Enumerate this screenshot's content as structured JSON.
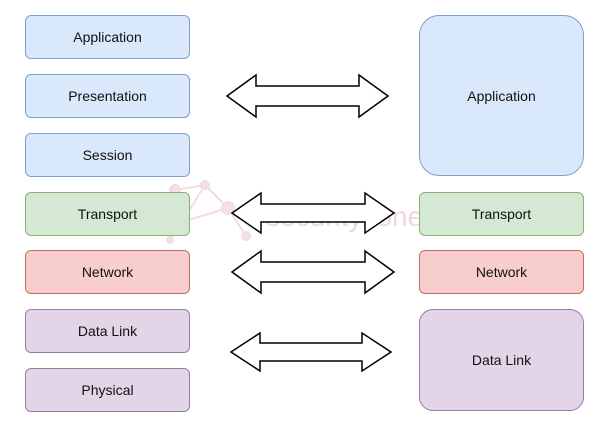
{
  "osi_layers": {
    "application": "Application",
    "presentation": "Presentation",
    "session": "Session",
    "transport": "Transport",
    "network": "Network",
    "data_link": "Data Link",
    "physical": "Physical"
  },
  "tcpip_layers": {
    "application": "Application",
    "transport": "Transport",
    "network": "Network",
    "data_link": "Data Link"
  },
  "colors": {
    "application_group": "#dae8fc",
    "transport": "#d5e8d4",
    "network": "#f8cecc",
    "data_link_group": "#e1d5e7"
  },
  "watermark": {
    "text": "securityzone.vn",
    "icon": "network-nodes-icon"
  },
  "connectors": [
    "double-arrow-icon",
    "double-arrow-icon",
    "double-arrow-icon",
    "double-arrow-icon"
  ]
}
